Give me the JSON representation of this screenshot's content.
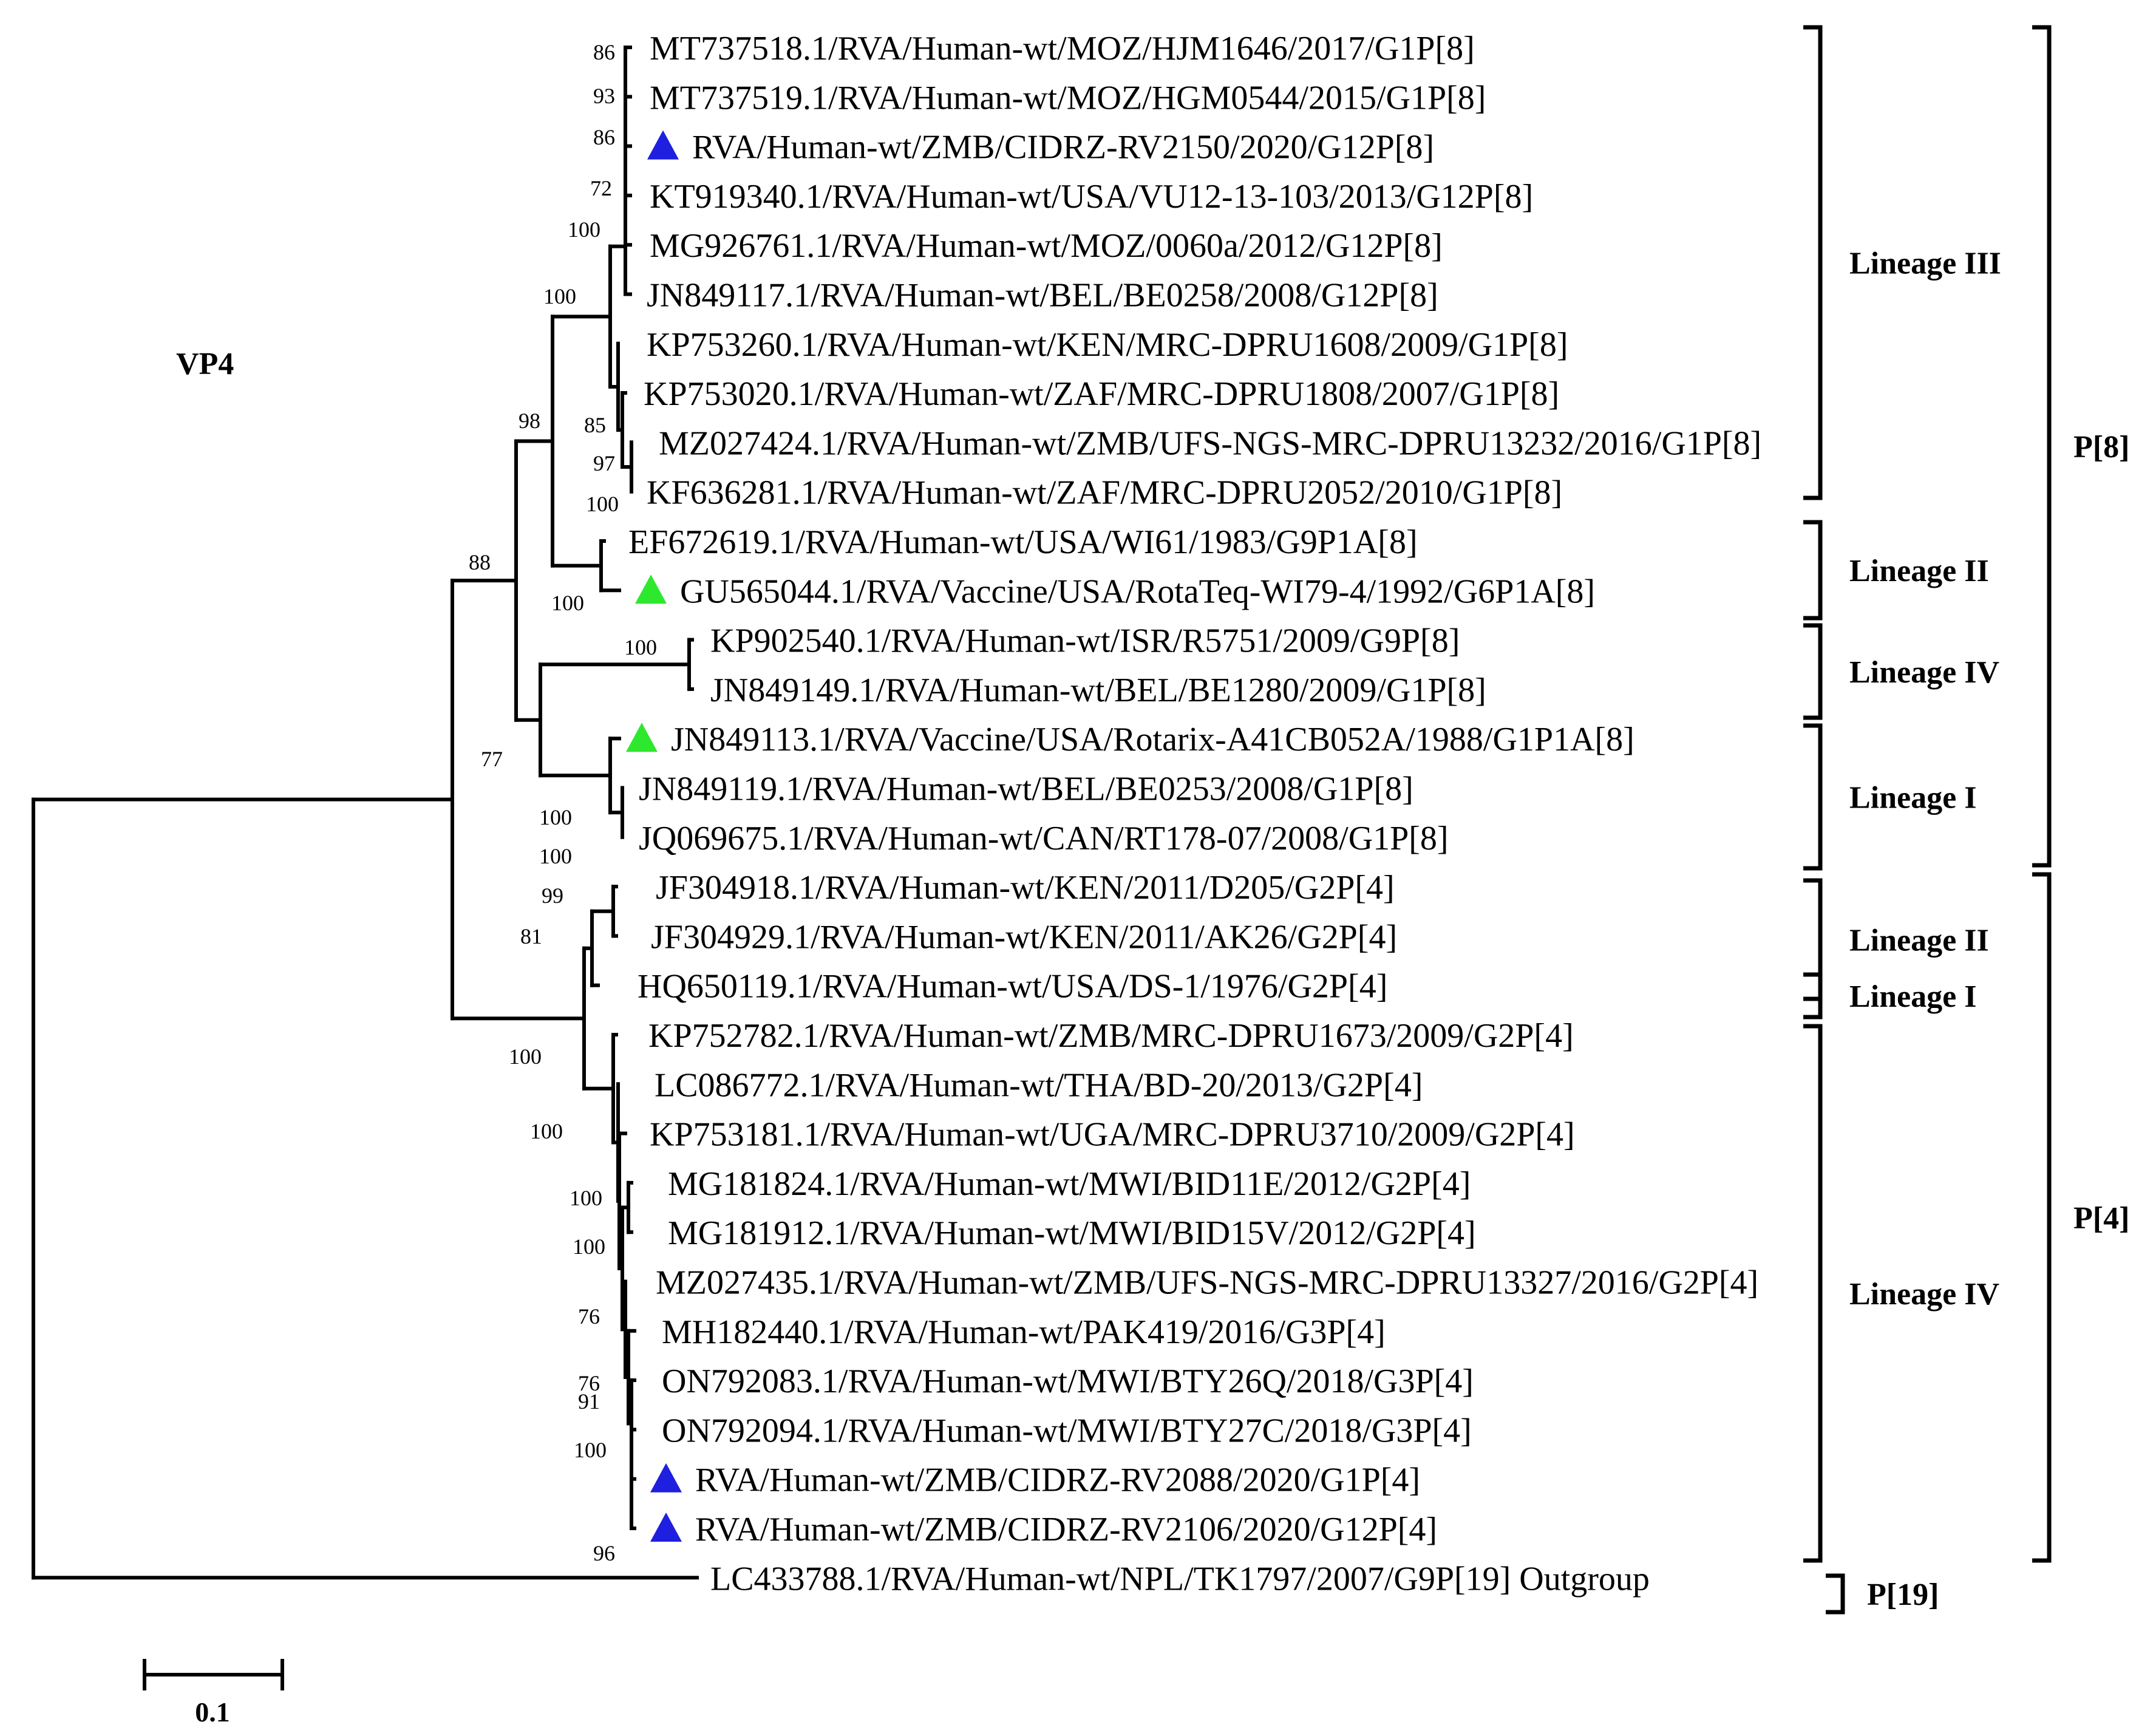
{
  "figure": {
    "title": "VP4",
    "scale_bar_label": "0.1",
    "marker_colors": {
      "blue": "#1f1fe0",
      "green": "#2ee82e"
    }
  },
  "taxa": [
    {
      "label": "MT737518.1/RVA/Human-wt/MOZ/HJM1646/2017/G1P[8]",
      "marker": null
    },
    {
      "label": "MT737519.1/RVA/Human-wt/MOZ/HGM0544/2015/G1P[8]",
      "marker": null
    },
    {
      "label": "RVA/Human-wt/ZMB/CIDRZ-RV2150/2020/G12P[8]",
      "marker": "blue"
    },
    {
      "label": "KT919340.1/RVA/Human-wt/USA/VU12-13-103/2013/G12P[8]",
      "marker": null
    },
    {
      "label": "MG926761.1/RVA/Human-wt/MOZ/0060a/2012/G12P[8]",
      "marker": null
    },
    {
      "label": "JN849117.1/RVA/Human-wt/BEL/BE0258/2008/G12P[8]",
      "marker": null
    },
    {
      "label": "KP753260.1/RVA/Human-wt/KEN/MRC-DPRU1608/2009/G1P[8]",
      "marker": null
    },
    {
      "label": "KP753020.1/RVA/Human-wt/ZAF/MRC-DPRU1808/2007/G1P[8]",
      "marker": null
    },
    {
      "label": "MZ027424.1/RVA/Human-wt/ZMB/UFS-NGS-MRC-DPRU13232/2016/G1P[8]",
      "marker": null
    },
    {
      "label": "KF636281.1/RVA/Human-wt/ZAF/MRC-DPRU2052/2010/G1P[8]",
      "marker": null
    },
    {
      "label": "EF672619.1/RVA/Human-wt/USA/WI61/1983/G9P1A[8]",
      "marker": null
    },
    {
      "label": "GU565044.1/RVA/Vaccine/USA/RotaTeq-WI79-4/1992/G6P1A[8]",
      "marker": "green"
    },
    {
      "label": "KP902540.1/RVA/Human-wt/ISR/R5751/2009/G9P[8]",
      "marker": null
    },
    {
      "label": "JN849149.1/RVA/Human-wt/BEL/BE1280/2009/G1P[8]",
      "marker": null
    },
    {
      "label": "JN849113.1/RVA/Vaccine/USA/Rotarix-A41CB052A/1988/G1P1A[8]",
      "marker": "green"
    },
    {
      "label": "JN849119.1/RVA/Human-wt/BEL/BE0253/2008/G1P[8]",
      "marker": null
    },
    {
      "label": "JQ069675.1/RVA/Human-wt/CAN/RT178-07/2008/G1P[8]",
      "marker": null
    },
    {
      "label": "JF304918.1/RVA/Human-wt/KEN/2011/D205/G2P[4]",
      "marker": null
    },
    {
      "label": "JF304929.1/RVA/Human-wt/KEN/2011/AK26/G2P[4]",
      "marker": null
    },
    {
      "label": "HQ650119.1/RVA/Human-wt/USA/DS-1/1976/G2P[4]",
      "marker": null
    },
    {
      "label": "KP752782.1/RVA/Human-wt/ZMB/MRC-DPRU1673/2009/G2P[4]",
      "marker": null
    },
    {
      "label": "LC086772.1/RVA/Human-wt/THA/BD-20/2013/G2P[4]",
      "marker": null
    },
    {
      "label": "KP753181.1/RVA/Human-wt/UGA/MRC-DPRU3710/2009/G2P[4]",
      "marker": null
    },
    {
      "label": "MG181824.1/RVA/Human-wt/MWI/BID11E/2012/G2P[4]",
      "marker": null
    },
    {
      "label": "MG181912.1/RVA/Human-wt/MWI/BID15V/2012/G2P[4]",
      "marker": null
    },
    {
      "label": "MZ027435.1/RVA/Human-wt/ZMB/UFS-NGS-MRC-DPRU13327/2016/G2P[4]",
      "marker": null
    },
    {
      "label": "MH182440.1/RVA/Human-wt/PAK419/2016/G3P[4]",
      "marker": null
    },
    {
      "label": "ON792083.1/RVA/Human-wt/MWI/BTY26Q/2018/G3P[4]",
      "marker": null
    },
    {
      "label": "ON792094.1/RVA/Human-wt/MWI/BTY27C/2018/G3P[4]",
      "marker": null
    },
    {
      "label": "RVA/Human-wt/ZMB/CIDRZ-RV2088/2020/G1P[4]",
      "marker": "blue"
    },
    {
      "label": "RVA/Human-wt/ZMB/CIDRZ-RV2106/2020/G12P[4]",
      "marker": "blue"
    },
    {
      "label": "LC433788.1/RVA/Human-wt/NPL/TK1797/2007/G9P[19] Outgroup",
      "marker": null
    }
  ],
  "bootstrap_values": [
    "86",
    "93",
    "86",
    "72",
    "100",
    "100",
    "98",
    "85",
    "97",
    "100",
    "88",
    "100",
    "100",
    "77",
    "100",
    "100",
    "99",
    "81",
    "100",
    "100",
    "100",
    "100",
    "76",
    "76",
    "91",
    "100",
    "96"
  ],
  "lineage_labels": [
    "Lineage III",
    "Lineage II",
    "Lineage IV",
    "Lineage I",
    "Lineage II",
    "Lineage I",
    "Lineage IV"
  ],
  "genotype_labels": [
    "P[8]",
    "P[4]",
    "P[19]"
  ]
}
